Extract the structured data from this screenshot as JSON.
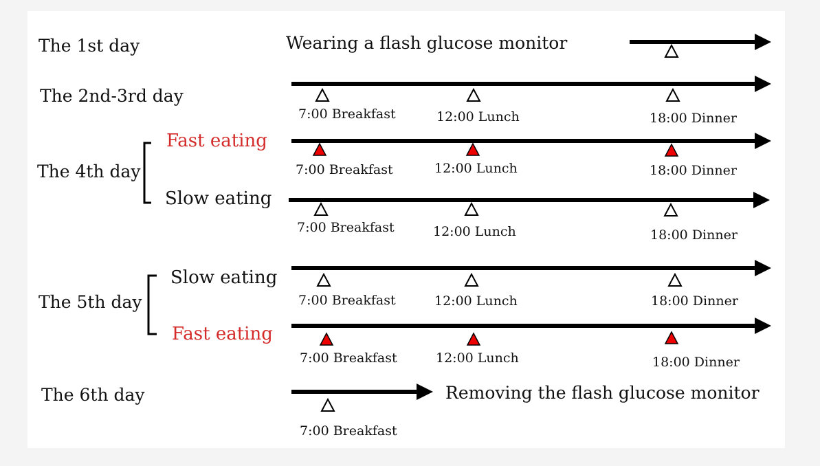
{
  "colors": {
    "fast": "#d42a2a",
    "line": "#000000",
    "marker_fast_fill": "#ee0000",
    "marker_slow_fill": "#ffffff"
  },
  "days": {
    "d1": "The 1st day",
    "d23": "The 2nd-3rd day",
    "d4": "The 4th day",
    "d5": "The 5th day",
    "d6": "The 6th day"
  },
  "phases": {
    "fast": "Fast eating",
    "slow": "Slow eating"
  },
  "meals": {
    "breakfast": "7:00 Breakfast",
    "lunch": "12:00 Lunch",
    "dinner": "18:00 Dinner"
  },
  "notes": {
    "wearing": "Wearing a flash glucose monitor",
    "removing": "Removing the flash glucose monitor"
  },
  "legend_icons": {
    "marker_slow": "open-triangle-icon",
    "marker_fast": "red-filled-triangle-icon",
    "timeline": "arrow-icon"
  }
}
